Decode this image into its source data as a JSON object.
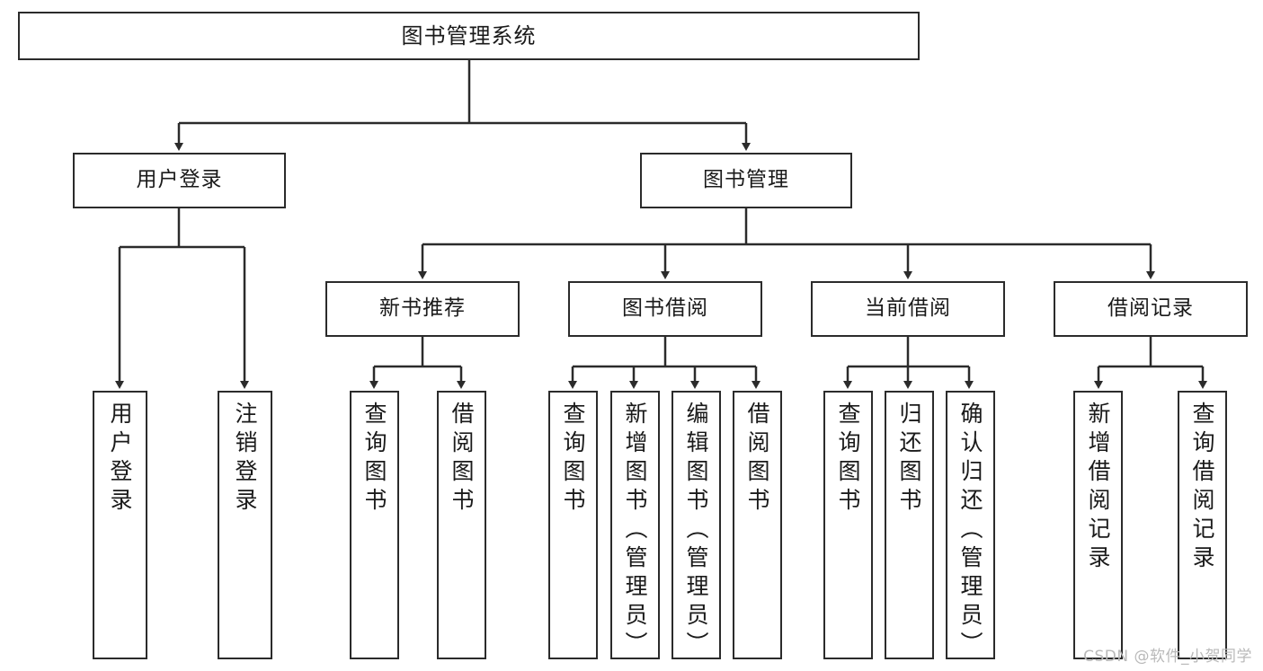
{
  "diagram": {
    "type": "tree",
    "title": "图书管理系统",
    "root": {
      "label": "图书管理系统"
    },
    "level2": [
      {
        "label": "用户登录"
      },
      {
        "label": "图书管理"
      }
    ],
    "level3": [
      {
        "label": "新书推荐"
      },
      {
        "label": "图书借阅"
      },
      {
        "label": "当前借阅"
      },
      {
        "label": "借阅记录"
      }
    ],
    "leaves": {
      "user_login": [
        {
          "label": "用户登录"
        },
        {
          "label": "注销登录"
        }
      ],
      "new_book_recommend": [
        {
          "label": "查询图书"
        },
        {
          "label": "借阅图书"
        }
      ],
      "book_borrow": [
        {
          "label": "查询图书"
        },
        {
          "label": "新增图书（管理员）"
        },
        {
          "label": "编辑图书（管理员）"
        },
        {
          "label": "借阅图书"
        }
      ],
      "current_borrow": [
        {
          "label": "查询图书"
        },
        {
          "label": "归还图书"
        },
        {
          "label": "确认归还（管理员）"
        }
      ],
      "borrow_record": [
        {
          "label": "新增借阅记录"
        },
        {
          "label": "查询借阅记录"
        }
      ]
    },
    "colors": {
      "stroke": "#2b2b2b",
      "fill": "#ffffff",
      "text": "#1a1a1a",
      "watermark": "#b9b9b9"
    }
  },
  "watermark": {
    "text": "CSDN @软件_小贺同学"
  }
}
